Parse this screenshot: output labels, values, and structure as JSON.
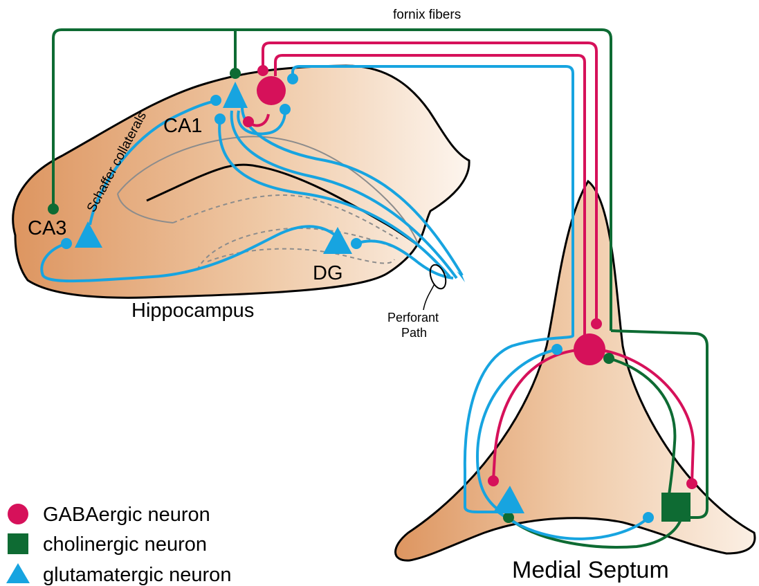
{
  "labels": {
    "fornix": "fornix fibers",
    "ca1": "CA1",
    "ca3": "CA3",
    "dg": "DG",
    "schaffer": "Schaffer collaterals",
    "hippocampus": "Hippocampus",
    "perforant_line1": "Perforant",
    "perforant_line2": "Path",
    "medial_septum": "Medial Septum"
  },
  "legend": [
    {
      "label": "GABAergic neuron",
      "shape": "circle",
      "color": "#d6115a"
    },
    {
      "label": "cholinergic neuron",
      "shape": "square",
      "color": "#0e6b33"
    },
    {
      "label": "glutamatergic neuron",
      "shape": "triangle",
      "color": "#17a4e0"
    }
  ],
  "colors": {
    "gaba": "#d6115a",
    "cholinergic": "#0e6b33",
    "glutamatergic": "#17a4e0",
    "tissue_dark": "#dd9560",
    "tissue_light": "#fbeee3"
  }
}
